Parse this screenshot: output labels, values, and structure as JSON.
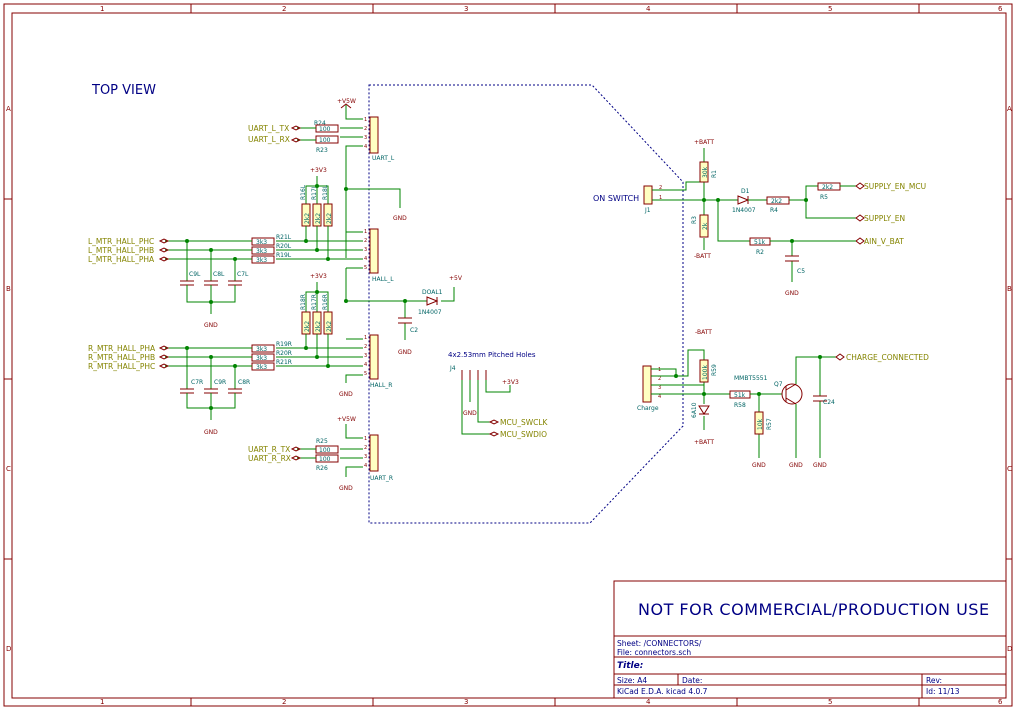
{
  "frame": {
    "columns": [
      "1",
      "2",
      "3",
      "4",
      "5",
      "6"
    ],
    "rows": [
      "A",
      "B",
      "C",
      "D"
    ]
  },
  "notes": {
    "top_view": "TOP VIEW",
    "pitched_holes": "4x2.53mm Pitched Holes",
    "on_switch": "ON SWITCH"
  },
  "connectors": {
    "uart_l": "UART_L",
    "hall_l": "HALL_L",
    "hall_r": "HALL_R",
    "uart_r": "UART_R",
    "j1": "J1",
    "j4": "J4",
    "charge": "Charge"
  },
  "power": {
    "v5sw": "+V5W",
    "v3v3": "+3V3",
    "v5": "+5V",
    "gnd": "GND",
    "batt_pos": "+BATT",
    "batt_neg": "-BATT"
  },
  "labels": {
    "uart_l_tx": "UART_L_TX",
    "uart_l_rx": "UART_L_RX",
    "uart_r_tx": "UART_R_TX",
    "uart_r_rx": "UART_R_RX",
    "l_hall_phc": "L_MTR_HALL_PHC",
    "l_hall_phb": "L_MTR_HALL_PHB",
    "l_hall_pha": "L_MTR_HALL_PHA",
    "r_hall_pha": "R_MTR_HALL_PHA",
    "r_hall_phb": "R_MTR_HALL_PHB",
    "r_hall_phc": "R_MTR_HALL_PHC",
    "mcu_swclk": "MCU_SWCLK",
    "mcu_swdio": "MCU_SWDIO",
    "supply_en_mcu": "SUPPLY_EN_MCU",
    "supply_en": "SUPPLY_EN",
    "ain_v_bat": "AIN_V_BAT",
    "charge_connected": "CHARGE_CONNECTED"
  },
  "components": {
    "r24": "R24",
    "r23": "R23",
    "r25": "R25",
    "r26": "R26",
    "v100": "100",
    "r21l": "R21L",
    "r20l": "R20L",
    "r19l": "R19L",
    "r19r": "R19R",
    "r20r": "R20R",
    "r21r": "R21R",
    "v3k3": "3k3",
    "r16l": "R16L",
    "r17l": "R17L",
    "r18l": "R18L",
    "r16r": "R16R",
    "r17r": "R17R",
    "r18r": "R18R",
    "v2k2": "2k2",
    "c9l": "C9L",
    "c8l": "C8L",
    "c7l": "C7L",
    "c7r": "C7R",
    "c9r": "C9R",
    "c8r": "C8R",
    "c2": "C2",
    "doal1": "DOAL1",
    "v1n4007": "1N4007",
    "r1": "R1",
    "v30k": "30k",
    "d1": "D1",
    "r4": "R4",
    "r5": "R5",
    "r3": "R3",
    "v2k": "2k",
    "r2": "R2",
    "v51k": "51k",
    "c5": "C5",
    "q7": "Q7",
    "mmbt": "MMBT5551",
    "r58": "R58",
    "r57": "R57",
    "v51k_b": "51k",
    "r59": "R59",
    "v100k": "100k",
    "c24": "C24",
    "d_6a10": "6A10",
    "v10k": "10k"
  },
  "title_block": {
    "banner": "NOT FOR COMMERCIAL/PRODUCTION USE",
    "sheet": "Sheet: /CONNECTORS/",
    "file": "File: connectors.sch",
    "title": "Title:",
    "size": "Size: A4",
    "date": "Date:",
    "rev": "Rev:",
    "kicad": "KiCad E.D.A.  kicad 4.0.7",
    "id": "Id: 11/13"
  }
}
